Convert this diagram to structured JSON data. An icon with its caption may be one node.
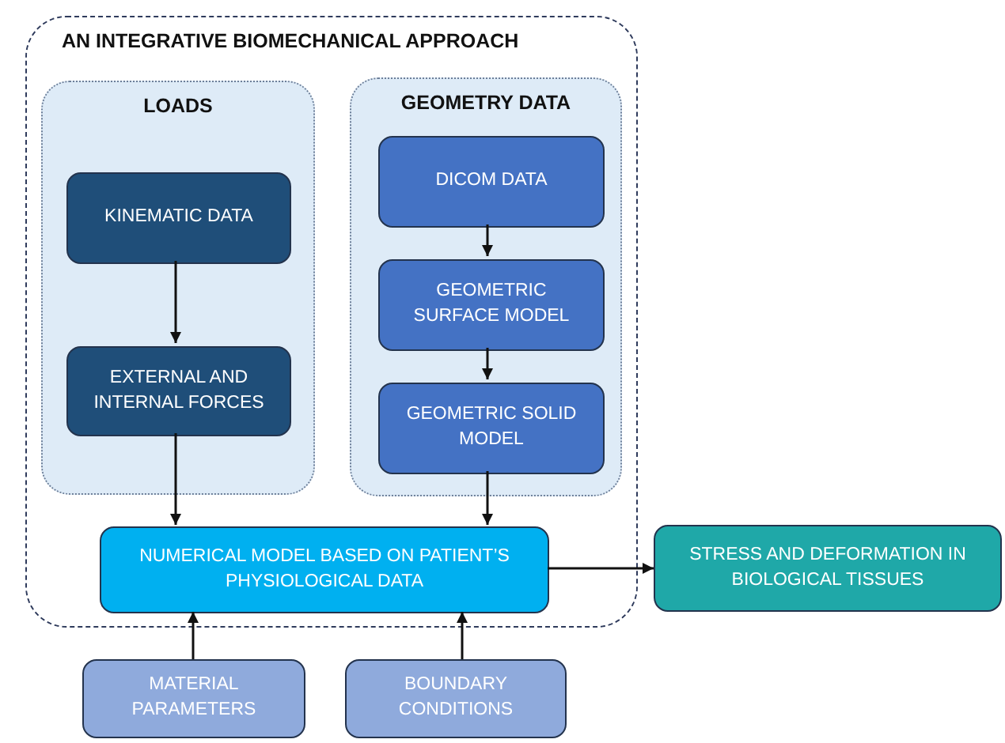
{
  "diagram": {
    "nodes": [
      {
        "text": [
          "AN INTEGRATIVE BIOMECHANICAL APPROACH"
        ]
      },
      {
        "text": [
          "LOADS"
        ],
        "in": 0
      },
      {
        "text": [
          "KINEMATIC DATA"
        ],
        "in": 1
      },
      {
        "text": [
          "EXTERNAL AND INTERNAL FORCES"
        ],
        "in": 1
      },
      {
        "text": [
          "GEOMETRY DATA"
        ],
        "in": 0
      },
      {
        "text": [
          "DICOM DATA"
        ],
        "in": 4
      },
      {
        "text": [
          "GEOMETRIC SURFACE MODEL"
        ],
        "in": 4
      },
      {
        "text": [
          "GEOMETRIC SOLID MODEL"
        ],
        "in": 4
      },
      {
        "text": [
          "NUMERICAL MODEL BASED ON PATIENT’S PHYSIOLOGICAL DATA"
        ],
        "in": 0
      },
      {
        "text": [
          "STRESS AND DEFORMATION IN BIOLOGICAL TISSUES"
        ]
      },
      {
        "text": [
          "MATERIAL PARAMETERS"
        ]
      },
      {
        "text": [
          "BOUNDARY CONDITIONS"
        ]
      }
    ],
    "edges": [
      {
        "from": 2,
        "to": 3,
        "arrow": "to"
      },
      {
        "from": 5,
        "to": 6,
        "arrow": "to"
      },
      {
        "from": 6,
        "to": 7,
        "arrow": "to"
      },
      {
        "from": 3,
        "to": 8,
        "arrow": "to"
      },
      {
        "from": 7,
        "to": 8,
        "arrow": "to"
      },
      {
        "from": 8,
        "to": 9,
        "arrow": "to"
      },
      {
        "from": 10,
        "to": 8,
        "arrow": "to"
      },
      {
        "from": 11,
        "to": 8,
        "arrow": "to"
      }
    ]
  }
}
